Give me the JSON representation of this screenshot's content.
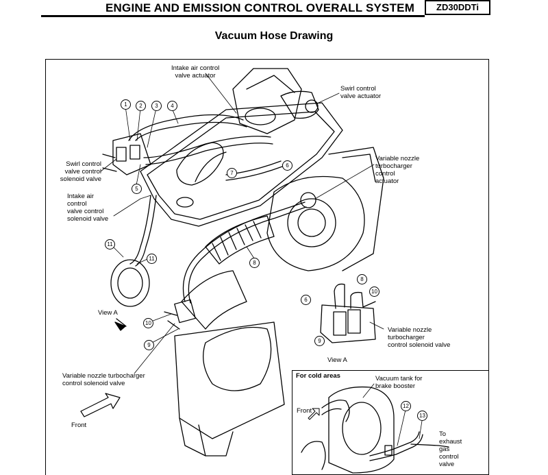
{
  "header": {
    "title": "ENGINE AND EMISSION CONTROL OVERALL SYSTEM",
    "model_tag": "ZD30DDTi"
  },
  "subtitle": "Vacuum Hose Drawing",
  "labels": {
    "intake_air_control_valve_actuator": "Intake air control\nvalve actuator",
    "swirl_control_valve_actuator": "Swirl control\nvalve actuator",
    "swirl_control_valve_control_solenoid_valve": "Swirl control\nvalve control\nsolenoid valve",
    "intake_air_control_valve_control_solenoid_valve": "Intake air\ncontrol\nvalve control\nsolenoid valve",
    "variable_nozzle_turbocharger_control_actuator": "Variable nozzle\nturbocharger\ncontrol\nactuator",
    "variable_nozzle_turbocharger_control_solenoid_valve_inset": "Variable nozzle\nturbocharger\ncontrol solenoid valve",
    "variable_nozzle_turbocharger_control_solenoid_valve_main": "Variable nozzle turbocharger\ncontrol solenoid valve",
    "view_a_arrow": "View A",
    "view_a_caption": "View A",
    "front_main": "Front",
    "for_cold_areas": "For cold areas",
    "vacuum_tank_for_brake_booster": "Vacuum tank for\nbrake booster",
    "front_inset": "Front",
    "to_exhaust_gas_control_valve": "To\nexhaust\ngas\ncontrol\nvalve"
  },
  "callouts": {
    "c1": "1",
    "c2": "2",
    "c3": "3",
    "c4": "4",
    "c5": "5",
    "c6": "6",
    "c7": "7",
    "c8": "8",
    "c9": "9",
    "c10": "10",
    "c11a": "11",
    "c11b": "11",
    "c6v": "6",
    "c8v": "8",
    "c9v": "9",
    "c10v": "10",
    "c12": "12",
    "c13": "13"
  }
}
